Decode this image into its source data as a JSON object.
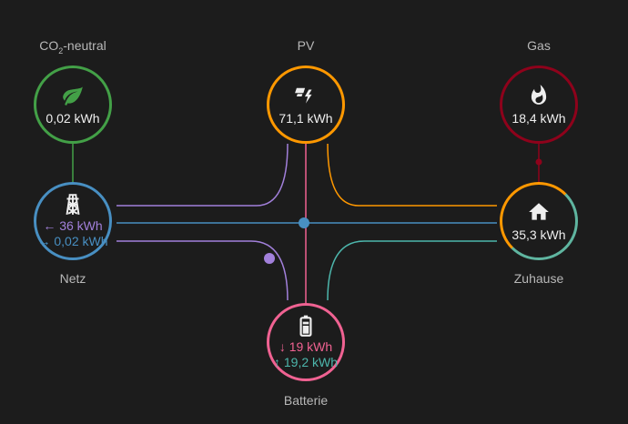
{
  "nodes": {
    "co2": {
      "label_prefix": "CO",
      "label_sub": "2",
      "label_suffix": "-neutral",
      "value": "0,02 kWh",
      "color": "#43a047"
    },
    "pv": {
      "label": "PV",
      "value": "71,1 kWh",
      "color": "#ff9800"
    },
    "gas": {
      "label": "Gas",
      "value": "18,4 kWh",
      "color": "#8e021b"
    },
    "grid": {
      "label": "Netz",
      "in": "← 36 kWh",
      "out": "→ 0,02 kWh",
      "in_color": "#a280db",
      "out_color": "#488fc2",
      "color": "#488fc2"
    },
    "home": {
      "label": "Zuhause",
      "value": "35,3 kWh",
      "color": "#ff9800",
      "color2": "#5fb5a0"
    },
    "battery": {
      "label": "Batterie",
      "in": "↓ 19 kWh",
      "out": "↑ 19,2 kWh",
      "in_color": "#f06292",
      "out_color": "#4db6ac",
      "color": "#f06292"
    }
  },
  "colors": {
    "pv_flow": "#ff9800",
    "battery_flow": "#f06292",
    "grid_flow": "#488fc2",
    "grid_battery_flow": "#a280db",
    "battery_home_flow": "#4db6ac",
    "gas_flow": "#8e021b",
    "co2_flow": "#43a047"
  },
  "icons": {
    "co2": "leaf-icon",
    "pv": "solar-power-icon",
    "gas": "fire-icon",
    "grid": "transmission-tower-icon",
    "home": "home-icon",
    "battery": "battery-icon"
  }
}
